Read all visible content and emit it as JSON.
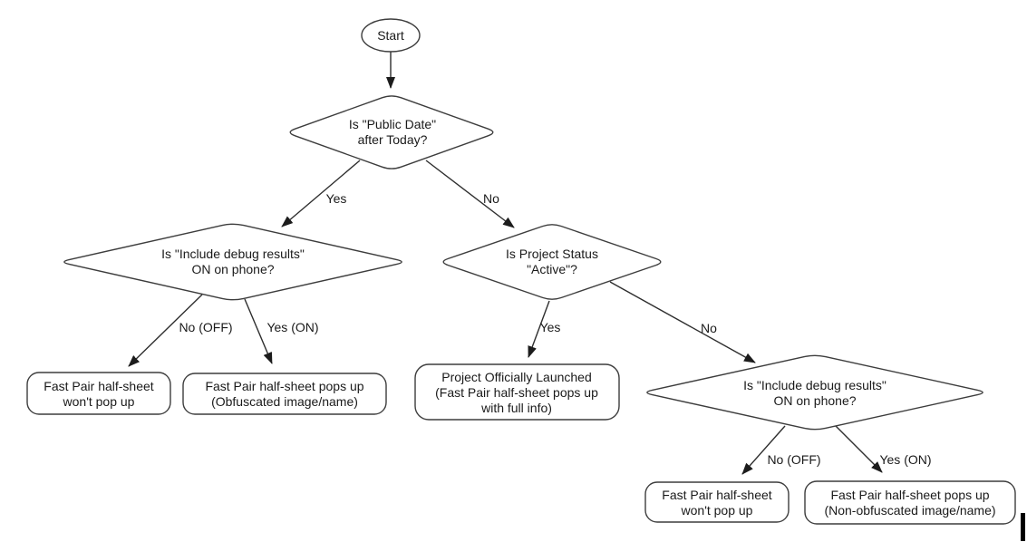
{
  "diagram": {
    "background": "#ffffff",
    "shape_stroke_color": "#3d3d3d",
    "edge_color": "#2e2e2e",
    "text_color": "#1a1a1a",
    "nodes": {
      "start": {
        "type": "terminator",
        "label": "Start"
      },
      "decision_public_date": {
        "type": "decision",
        "line1": "Is \"Public Date\"",
        "line2": "after Today?"
      },
      "decision_debug_left": {
        "type": "decision",
        "line1": "Is \"Include debug results\"",
        "line2": "ON on phone?"
      },
      "decision_project_status": {
        "type": "decision",
        "line1": "Is Project Status",
        "line2": "\"Active\"?"
      },
      "decision_debug_right": {
        "type": "decision",
        "line1": "Is \"Include debug results\"",
        "line2": "ON on phone?"
      },
      "result_no_popup_left": {
        "type": "result",
        "line1": "Fast Pair half-sheet",
        "line2": "won't pop up"
      },
      "result_obfuscated": {
        "type": "result",
        "line1": "Fast Pair half-sheet pops up",
        "line2": "(Obfuscated image/name)"
      },
      "result_launched": {
        "type": "result",
        "line1": "Project Officially Launched",
        "line2": "(Fast Pair half-sheet pops up",
        "line3": "with full info)"
      },
      "result_no_popup_right": {
        "type": "result",
        "line1": "Fast Pair half-sheet",
        "line2": "won't pop up"
      },
      "result_non_obfuscated": {
        "type": "result",
        "line1": "Fast Pair half-sheet pops up",
        "line2": "(Non-obfuscated image/name)"
      }
    },
    "edge_labels": {
      "public_date_yes": "Yes",
      "public_date_no": "No",
      "debug_left_no": "No (OFF)",
      "debug_left_yes": "Yes (ON)",
      "status_yes": "Yes",
      "status_no": "No",
      "debug_right_no": "No (OFF)",
      "debug_right_yes": "Yes (ON)"
    }
  }
}
